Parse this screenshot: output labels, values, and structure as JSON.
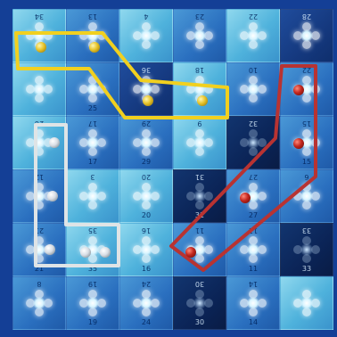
{
  "board": {
    "rows": [
      [
        {
          "top": "34",
          "bottom": "",
          "shade": "light"
        },
        {
          "top": "13",
          "bottom": "",
          "shade": "mid"
        },
        {
          "top": "4",
          "bottom": "",
          "shade": "light"
        },
        {
          "top": "23",
          "bottom": "",
          "shade": "mid"
        },
        {
          "top": "22",
          "bottom": "",
          "shade": "light"
        },
        {
          "top": "28",
          "bottom": "",
          "shade": "dark"
        }
      ],
      [
        {
          "top": "",
          "bottom": "",
          "shade": "light"
        },
        {
          "top": "",
          "bottom": "25",
          "shade": "mid"
        },
        {
          "top": "36",
          "bottom": "",
          "shade": "dark"
        },
        {
          "top": "18",
          "bottom": "",
          "shade": "light"
        },
        {
          "top": "10",
          "bottom": "",
          "shade": "mid"
        },
        {
          "top": "22",
          "bottom": "",
          "shade": "mid"
        }
      ],
      [
        {
          "top": "26",
          "bottom": "",
          "shade": "light"
        },
        {
          "top": "17",
          "bottom": "17",
          "shade": "mid"
        },
        {
          "top": "29",
          "bottom": "29",
          "shade": "mid"
        },
        {
          "top": "9",
          "bottom": "",
          "shade": "light"
        },
        {
          "top": "32",
          "bottom": "",
          "shade": "darkest"
        },
        {
          "top": "15",
          "bottom": "15",
          "shade": "mid"
        }
      ],
      [
        {
          "top": "12",
          "bottom": "",
          "shade": "mid"
        },
        {
          "top": "3",
          "bottom": "",
          "shade": "light"
        },
        {
          "top": "20",
          "bottom": "20",
          "shade": "light"
        },
        {
          "top": "31",
          "bottom": "31",
          "shade": "darkest"
        },
        {
          "top": "27",
          "bottom": "27",
          "shade": "mid"
        },
        {
          "top": "6",
          "bottom": "",
          "shade": "mid"
        }
      ],
      [
        {
          "top": "21",
          "bottom": "21",
          "shade": "mid"
        },
        {
          "top": "35",
          "bottom": "35",
          "shade": "light"
        },
        {
          "top": "16",
          "bottom": "16",
          "shade": "light"
        },
        {
          "top": "11",
          "bottom": "",
          "shade": "mid"
        },
        {
          "top": "11",
          "bottom": "11",
          "shade": "mid"
        },
        {
          "top": "33",
          "bottom": "33",
          "shade": "darkest"
        }
      ],
      [
        {
          "top": "8",
          "bottom": "",
          "shade": "mid"
        },
        {
          "top": "19",
          "bottom": "19",
          "shade": "mid"
        },
        {
          "top": "24",
          "bottom": "24",
          "shade": "mid"
        },
        {
          "top": "30",
          "bottom": "30",
          "shade": "darkest"
        },
        {
          "top": "14",
          "bottom": "14",
          "shade": "mid"
        },
        {
          "top": "",
          "bottom": "",
          "shade": "light"
        }
      ]
    ]
  },
  "paths": [
    {
      "color": "#f1d01f",
      "name": "yellow-path"
    },
    {
      "color": "#dfe4e6",
      "name": "white-path"
    },
    {
      "color": "#b83332",
      "name": "red-path"
    }
  ],
  "pieces": [
    {
      "color": "yellow",
      "name": "yellow-piece-1"
    },
    {
      "color": "yellow",
      "name": "yellow-piece-2"
    },
    {
      "color": "yellow",
      "name": "yellow-piece-3"
    },
    {
      "color": "yellow",
      "name": "yellow-piece-4"
    },
    {
      "color": "white",
      "name": "white-piece-1"
    },
    {
      "color": "white",
      "name": "white-piece-2"
    },
    {
      "color": "white",
      "name": "white-piece-3"
    },
    {
      "color": "white",
      "name": "white-piece-4"
    },
    {
      "color": "white",
      "name": "white-piece-5"
    },
    {
      "color": "red",
      "name": "red-piece-1"
    },
    {
      "color": "red",
      "name": "red-piece-2"
    },
    {
      "color": "red",
      "name": "red-piece-3"
    },
    {
      "color": "red",
      "name": "red-piece-4"
    }
  ]
}
